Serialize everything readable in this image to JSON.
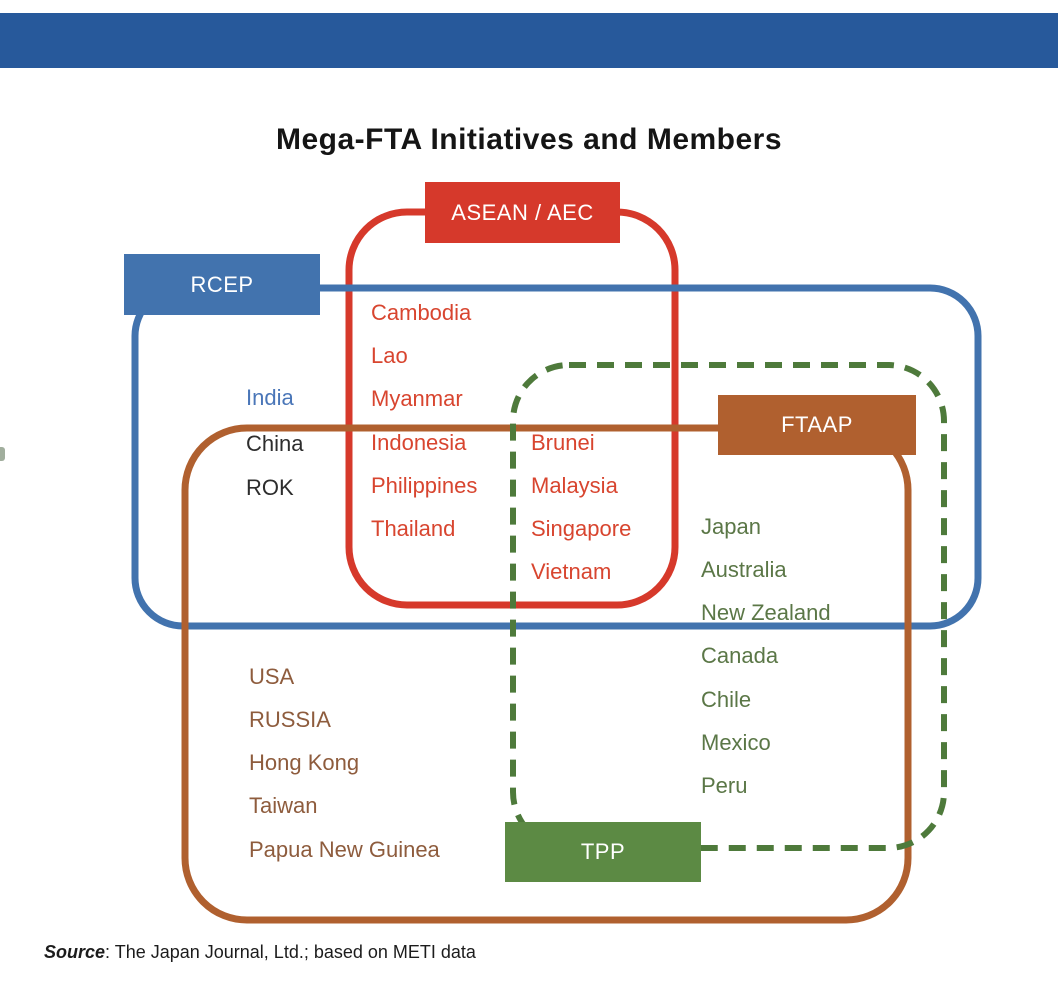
{
  "title": "Mega-FTA Initiatives and Members",
  "source": {
    "prefix": "Source",
    "text": ": The Japan Journal, Ltd.; based on METI data"
  },
  "initiatives": {
    "rcep": {
      "label": "RCEP"
    },
    "asean": {
      "label": "ASEAN / AEC"
    },
    "ftaap": {
      "label": "FTAAP"
    },
    "tpp": {
      "label": "TPP"
    }
  },
  "members": {
    "asean_only": [
      "Cambodia",
      "Lao",
      "Myanmar"
    ],
    "asean_ftaap": [
      "Indonesia",
      "Philippines",
      "Thailand"
    ],
    "asean_ftaap_tpp": [
      "Brunei",
      "Malaysia",
      "Singapore",
      "Vietnam"
    ],
    "rcep_only": [
      "India"
    ],
    "rcep_ftaap": [
      "China",
      "ROK"
    ],
    "rcep_ftaap_tpp": [
      "Japan",
      "Australia",
      "New Zealand"
    ],
    "ftaap_tpp": [
      "Canada",
      "Chile",
      "Mexico",
      "Peru"
    ],
    "ftaap_only": [
      "USA",
      "RUSSIA",
      "Hong Kong",
      "Taiwan",
      "Papua New Guinea"
    ]
  },
  "colors": {
    "banner_blue": "#27599b",
    "rcep_blue": "#4273ae",
    "asean_red": "#d6392b",
    "ftaap_brown": "#b0602f",
    "tpp_green_fill": "#5c8a44",
    "tpp_green_dash": "#4e7a3b",
    "asean_text_red": "#d8452f",
    "india_text_blue": "#4a76b8",
    "china_rok_text": "#2d2d2d",
    "tpp_text_green": "#5b7747",
    "ftaap_text_brown": "#8e5c3d"
  }
}
